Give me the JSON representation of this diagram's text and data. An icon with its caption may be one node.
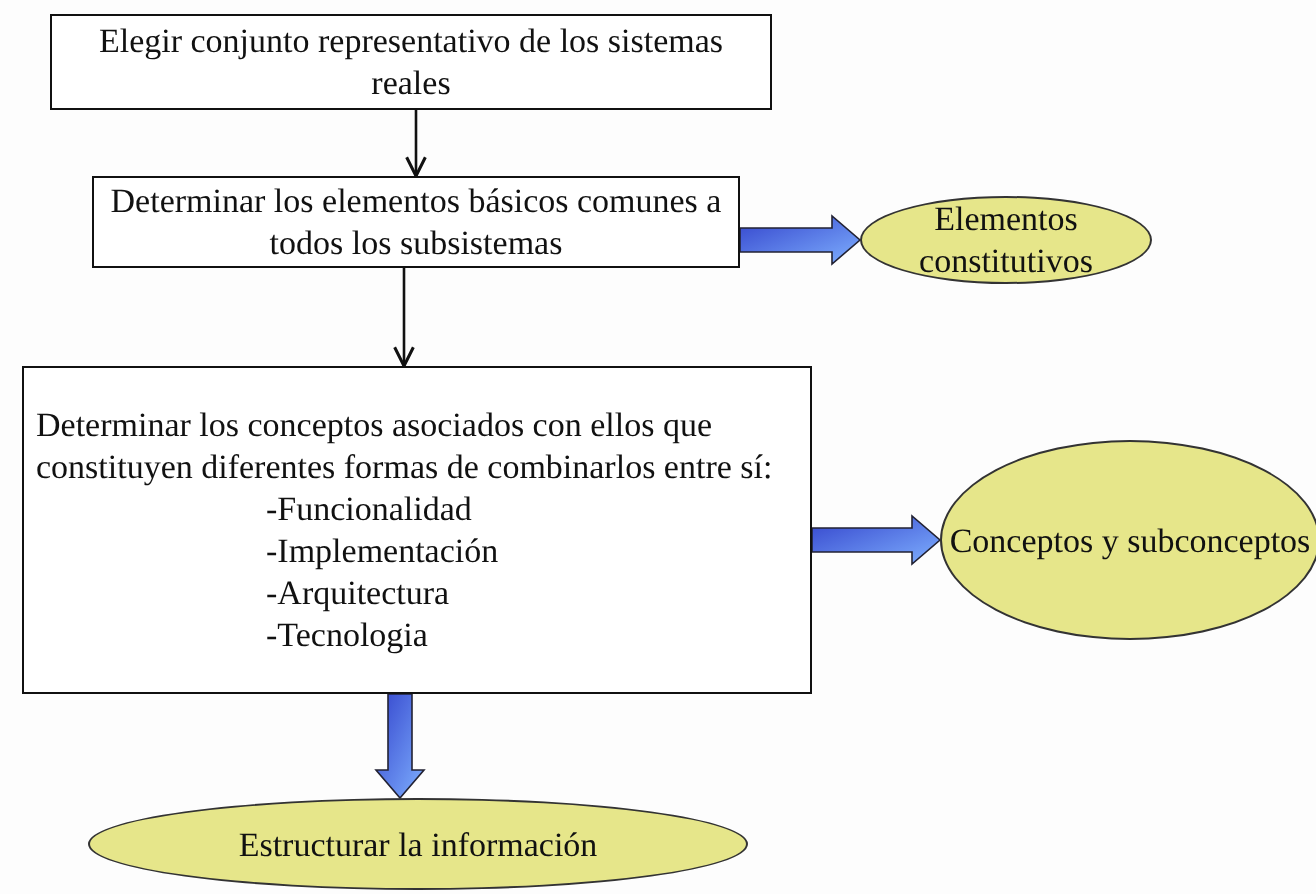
{
  "diagram": {
    "nodes": [
      {
        "text": [
          "Elegir conjunto representativo de los sistemas reales"
        ]
      },
      {
        "text": [
          "Determinar los elementos básicos comunes a todos los subsistemas"
        ]
      },
      {
        "text": [
          "Determinar los conceptos asociados con ellos que constituyen diferentes formas de combinarlos entre sí:",
          "-Funcionalidad",
          "-Implementación",
          "-Arquitectura",
          "-Tecnologia"
        ]
      },
      {
        "text": [
          "Elementos constitutivos"
        ]
      },
      {
        "text": [
          "Conceptos y subconceptos"
        ]
      },
      {
        "text": [
          "Estructurar la información"
        ]
      }
    ],
    "edges": [
      {
        "from": 0,
        "to": 1,
        "arrow": "to"
      },
      {
        "from": 1,
        "to": 2,
        "arrow": "to"
      },
      {
        "from": 1,
        "to": 3,
        "arrow": "to",
        "style": "thick",
        "color": "#3344cc"
      },
      {
        "from": 2,
        "to": 4,
        "arrow": "to",
        "style": "thick",
        "color": "#3344cc"
      },
      {
        "from": 2,
        "to": 5,
        "arrow": "to",
        "style": "thick",
        "color": "#3344cc"
      }
    ]
  }
}
